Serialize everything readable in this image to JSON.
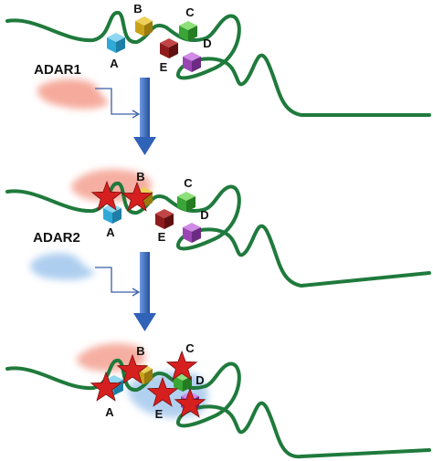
{
  "enzymes": {
    "adar1": "ADAR1",
    "adar2": "ADAR2"
  },
  "sites": {
    "a": "A",
    "b": "B",
    "c": "C",
    "d": "D",
    "e": "E"
  },
  "colors": {
    "rna": "#1f7a3c",
    "adar1": "#f4a191",
    "adar2": "#aaccef",
    "arrow": "#2f62b8",
    "connector": "#3b5fa8",
    "edit_star": "#d62020",
    "site_a": "#2fa9d8",
    "site_b": "#c9a21a",
    "site_c": "#3aa635",
    "site_d": "#9a45b3",
    "site_e": "#8e1c1c"
  },
  "panels": [
    {
      "stage": "unedited"
    },
    {
      "stage": "edited-by-adar1"
    },
    {
      "stage": "edited-by-adar1-and-adar2"
    }
  ]
}
